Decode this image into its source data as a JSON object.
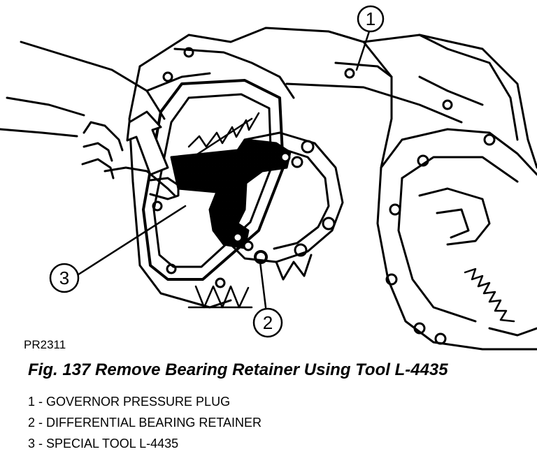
{
  "figure": {
    "code": "PR2311",
    "caption": "Fig. 137 Remove Bearing Retainer Using Tool L-4435",
    "callouts": [
      {
        "number": "1"
      },
      {
        "number": "2"
      },
      {
        "number": "3"
      }
    ],
    "legend": [
      {
        "text": "1 - GOVERNOR PRESSURE PLUG"
      },
      {
        "text": "2 - DIFFERENTIAL BEARING RETAINER"
      },
      {
        "text": "3 - SPECIAL TOOL L-4435"
      }
    ]
  }
}
